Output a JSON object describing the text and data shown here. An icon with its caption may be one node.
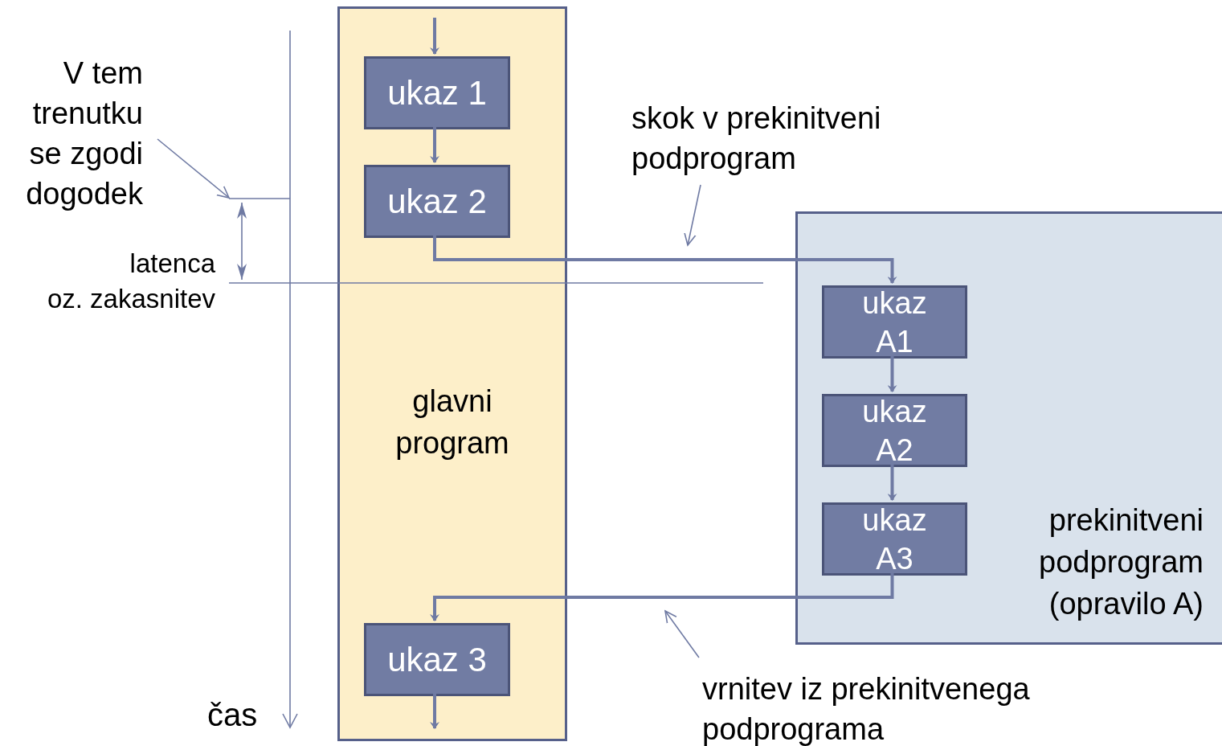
{
  "diagram": {
    "nodes": [
      {
        "text": [
          "glavni program"
        ]
      },
      {
        "text": [
          "ukaz 1"
        ],
        "in": 0
      },
      {
        "text": [
          "ukaz 2"
        ],
        "in": 0
      },
      {
        "text": [
          "ukaz 3"
        ],
        "in": 0
      },
      {
        "text": [
          "prekinitveni podprogram (opravilo A)"
        ]
      },
      {
        "text": [
          "ukaz A1"
        ],
        "in": 4
      },
      {
        "text": [
          "ukaz A2"
        ],
        "in": 4
      },
      {
        "text": [
          "ukaz A3"
        ],
        "in": 4
      },
      {
        "text": [
          "V tem trenutku se zgodi dogodek"
        ]
      },
      {
        "text": [
          "skok v prekinitveni podprogram"
        ]
      },
      {
        "text": [
          "vrnitev iz prekinitvenega podprograma"
        ]
      }
    ],
    "edges": [
      {
        "from": null,
        "to": 1,
        "arrow": "to"
      },
      {
        "from": 1,
        "to": 2,
        "arrow": "to"
      },
      {
        "from": 2,
        "to": 5,
        "arrow": "to"
      },
      {
        "from": 5,
        "to": 6,
        "arrow": "to"
      },
      {
        "from": 6,
        "to": 7,
        "arrow": "to"
      },
      {
        "from": 7,
        "to": 3,
        "arrow": "to"
      },
      {
        "from": 3,
        "to": null,
        "arrow": "to"
      },
      {
        "from": 8,
        "to": null,
        "arrow": "to"
      },
      {
        "from": 9,
        "to": null,
        "arrow": "to"
      },
      {
        "from": 10,
        "to": null,
        "arrow": "to"
      }
    ],
    "labels": [
      "latenca",
      "oz. zakasnitev",
      "čas"
    ]
  }
}
